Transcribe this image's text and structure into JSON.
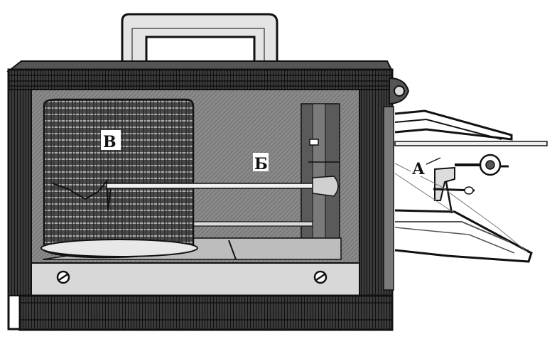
{
  "labels": {
    "drum": "В",
    "arm": "Б",
    "sensor": "А"
  },
  "colors": {
    "ink": "#111111",
    "paper": "#ffffff",
    "shade": "#6a6a6a",
    "mid": "#9a9a9a",
    "light": "#d4d4d4"
  }
}
